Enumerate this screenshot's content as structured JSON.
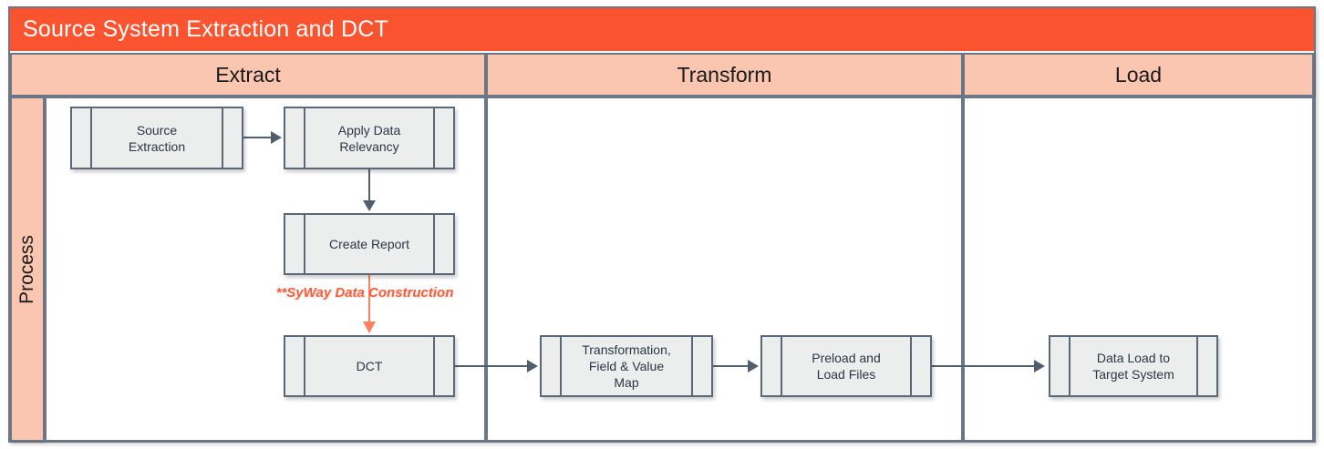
{
  "diagram": {
    "title": "Source System Extraction and DCT",
    "title_bar_color": "#fa5330",
    "header_band_color": "#fac6b0",
    "node_fill_color": "#eceded",
    "node_border_color": "#5b6878",
    "connector_color": "#515e6e",
    "annotation_color": "#fa5d3c"
  },
  "phases": [
    {
      "id": "extract",
      "label": "Extract"
    },
    {
      "id": "transform",
      "label": "Transform"
    },
    {
      "id": "load",
      "label": "Load"
    }
  ],
  "lane": {
    "label": "Process"
  },
  "nodes": [
    {
      "id": "source",
      "label": "Source\nExtraction",
      "phase": "extract",
      "shape": "predefined-process"
    },
    {
      "id": "relevancy",
      "label": "Apply Data\nRelevancy",
      "phase": "extract",
      "shape": "predefined-process"
    },
    {
      "id": "report",
      "label": "Create Report",
      "phase": "extract",
      "shape": "predefined-process"
    },
    {
      "id": "dct",
      "label": "DCT",
      "phase": "extract",
      "shape": "predefined-process"
    },
    {
      "id": "transform",
      "label": "Transformation,\nField & Value\nMap",
      "phase": "transform",
      "shape": "predefined-process"
    },
    {
      "id": "preload",
      "label": "Preload and\nLoad Files",
      "phase": "transform",
      "shape": "predefined-process"
    },
    {
      "id": "dataload",
      "label": "Data Load\nto Target System",
      "phase": "load",
      "shape": "predefined-process"
    }
  ],
  "node_labels": {
    "source": "Source\nExtraction",
    "relevancy": "Apply Data\nRelevancy",
    "report": "Create Report",
    "dct": "DCT",
    "transform": "Transformation,\nField & Value\nMap",
    "preload": "Preload and\nLoad Files",
    "dataload": "Data Load to\nTarget System"
  },
  "edges": [
    {
      "from": "source",
      "to": "relevancy",
      "direction": "right",
      "color": "#515e6e"
    },
    {
      "from": "relevancy",
      "to": "report",
      "direction": "down",
      "color": "#515e6e"
    },
    {
      "from": "report",
      "to": "dct",
      "direction": "down",
      "color": "#fa8060",
      "label": "**SyWay Data Construction"
    },
    {
      "from": "dct",
      "to": "transform",
      "direction": "right",
      "color": "#515e6e"
    },
    {
      "from": "transform",
      "to": "preload",
      "direction": "right",
      "color": "#515e6e"
    },
    {
      "from": "preload",
      "to": "dataload",
      "direction": "right",
      "color": "#515e6e"
    }
  ],
  "annotations": [
    {
      "id": "syway",
      "text": "**SyWay Data Construction",
      "color": "#fa5d3c",
      "style": "bold-italic"
    }
  ]
}
